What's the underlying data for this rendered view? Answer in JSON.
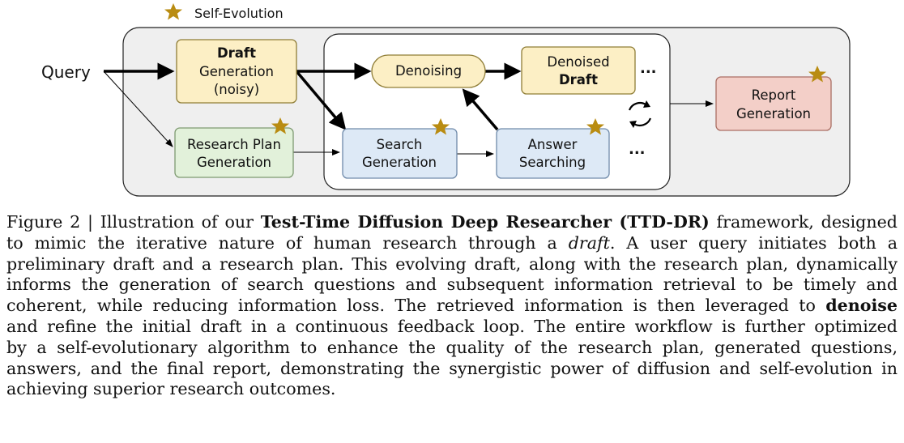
{
  "legend": {
    "label": "Self-Evolution"
  },
  "diagram": {
    "query_label": "Query",
    "draft": {
      "line1": "Draft",
      "line2": "Generation",
      "line3": "(noisy)"
    },
    "research_plan": {
      "line1": "Research Plan",
      "line2": "Generation"
    },
    "denoising": {
      "label": "Denoising"
    },
    "denoised_draft": {
      "line1": "Denoised",
      "line2": "Draft"
    },
    "search": {
      "line1": "Search",
      "line2": "Generation"
    },
    "answer": {
      "line1": "Answer",
      "line2": "Searching"
    },
    "report": {
      "line1": "Report",
      "line2": "Generation"
    },
    "ellipsis_top": "...",
    "ellipsis_bottom": "..."
  },
  "colors": {
    "outer_bg": "#efefef",
    "draft_fill": "#fcefc5",
    "draft_stroke": "#8f7d36",
    "plan_fill": "#e2f1da",
    "plan_stroke": "#7e9a71",
    "search_fill": "#dde9f6",
    "search_stroke": "#6f8aaa",
    "report_fill": "#f3cfc8",
    "report_stroke": "#aa6e63",
    "star": "#b98c12"
  },
  "caption": {
    "fig": "Figure 2 | Illustration of our ",
    "title_bold": "Test-Time Diffusion Deep Researcher (TTD-DR)",
    "l1_after": " framework, designed",
    "l2_before": "to mimic the iterative nature of human research through a ",
    "l2_italic": "draft",
    "l2_after": ".  A user query initiates both a",
    "l3": "preliminary draft and a research plan. This evolving draft, along with the research plan, dynamically",
    "l4": "informs the generation of search questions and subsequent information retrieval to be timely and",
    "l5_before": "coherent, while reducing information loss. The retrieved information is then leveraged to ",
    "l5_bold": "denoise",
    "l6": "and refine the initial draft in a continuous feedback loop. The entire workflow is further optimized",
    "l7": "by a self-evolutionary algorithm to enhance the quality of the research plan, generated questions,",
    "l8": "answers, and the final report, demonstrating the synergistic power of diffusion and self-evolution in",
    "l9": "achieving superior research outcomes."
  }
}
